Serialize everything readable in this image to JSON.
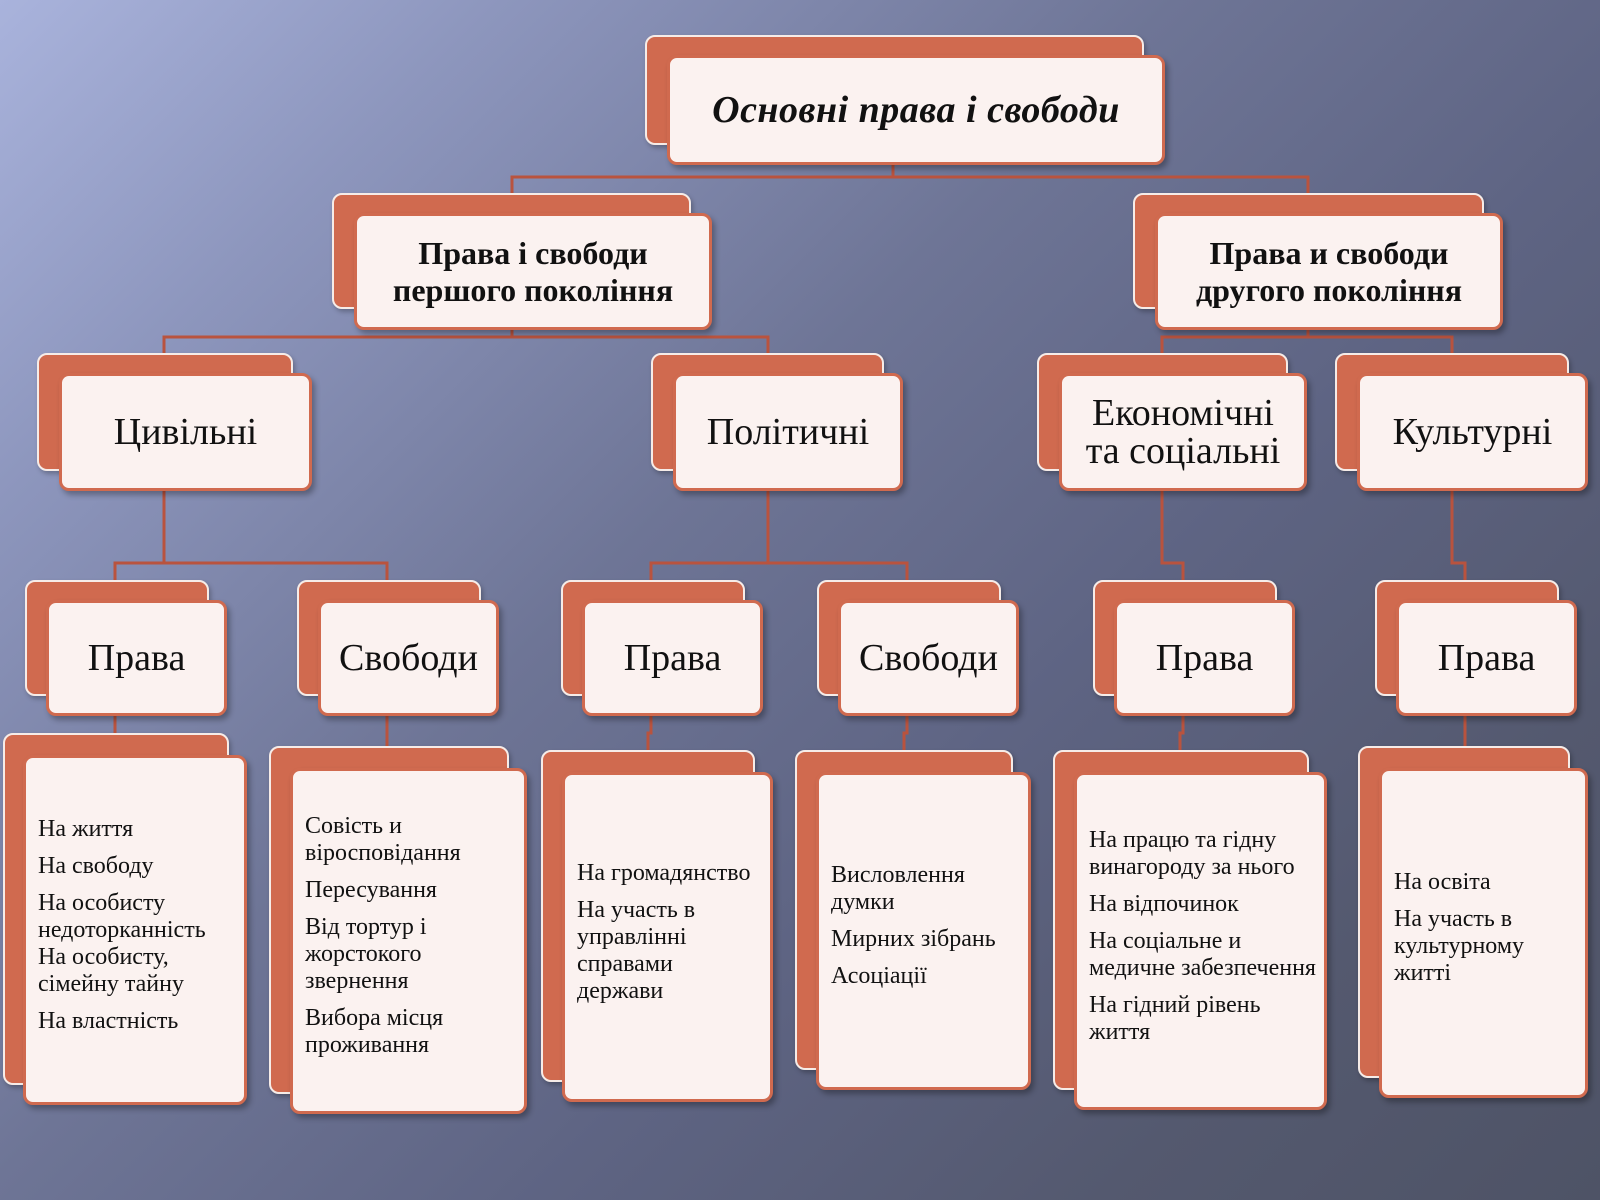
{
  "title": "Основні права і свободи",
  "generations": {
    "first": {
      "line1": "Права і свободи",
      "line2": "першого покоління"
    },
    "second": {
      "line1": "Права и свободи",
      "line2": "другого покоління"
    }
  },
  "categories": {
    "civil": "Цивільні",
    "political": "Політичні",
    "economic": {
      "line1": "Економічні",
      "line2": "та соціальні"
    },
    "cultural": "Культурні"
  },
  "subnodes": {
    "civil_rights": "Права",
    "civil_freedoms": "Свободи",
    "political_rights": "Права",
    "political_freedoms": "Свободи",
    "economic_rights": "Права",
    "cultural_rights": "Права"
  },
  "lists": {
    "civil_rights": [
      "На життя",
      "На свободу",
      "На особисту недоторканність",
      "На особисту, сімейну тайну",
      "На властність"
    ],
    "civil_freedoms": [
      "Совість и віросповідання",
      "Пересування",
      "Від тортур і жорстокого звернення",
      "Вибора місця проживання"
    ],
    "political_rights": [
      "На громадянство",
      "На участь в управлінні справами держави"
    ],
    "political_freedoms": [
      "Висловлення думки",
      "Мирних зібрань",
      "Асоціації"
    ],
    "economic_rights": [
      "На працю та гідну винагороду за нього",
      "На відпочинок",
      "На соціальне и медичне забезпечення",
      "На гідний рівень життя"
    ],
    "cultural_rights": [
      "На освіта",
      "На участь в культурному житті"
    ]
  },
  "colors": {
    "accent": "#d06a4f",
    "box_fill": "#fbf2f0",
    "connector": "#b9533e"
  }
}
